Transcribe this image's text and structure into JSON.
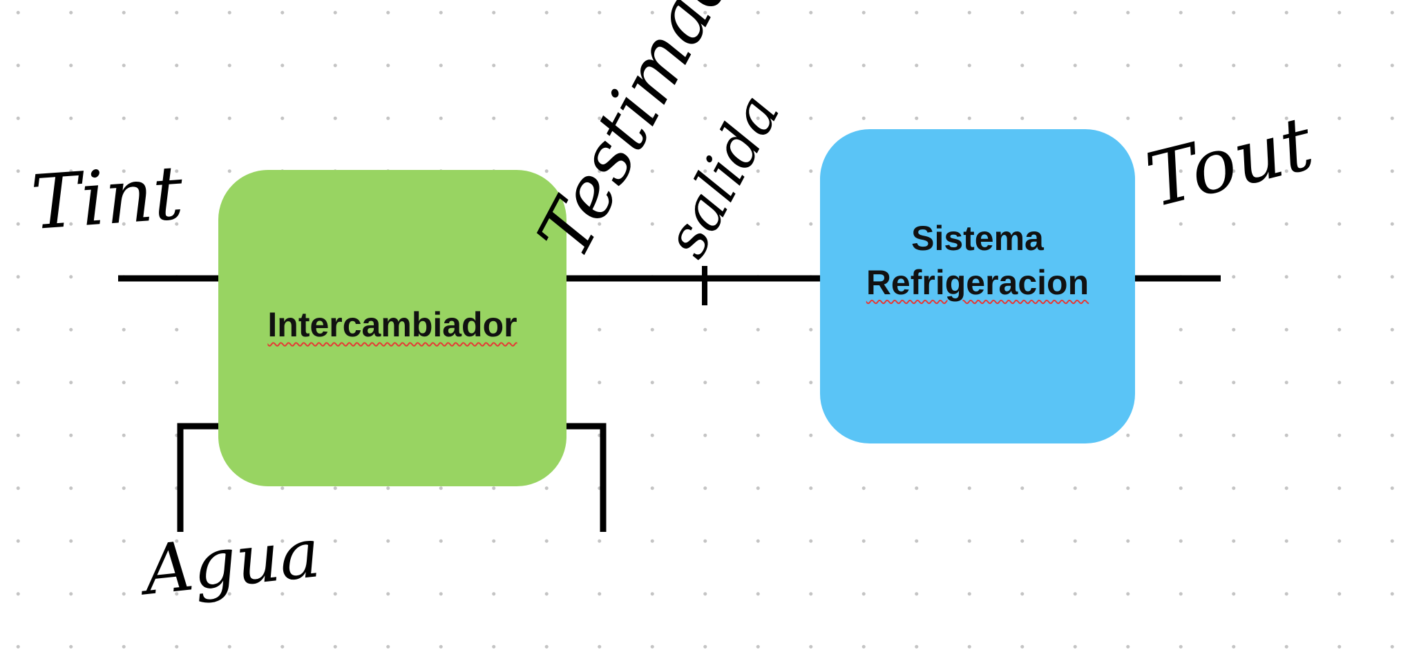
{
  "diagram": {
    "blocks": [
      {
        "id": "intercambiador",
        "lines": [
          "Intercambiador"
        ],
        "color": "#98d462"
      },
      {
        "id": "refrigeracion",
        "lines": [
          "Sistema",
          "Refrigeracion"
        ],
        "color": "#5ac4f6"
      }
    ],
    "annotations": {
      "tint": "Tint",
      "agua": "Agua",
      "testimada": "Testimada",
      "salida": "salida",
      "tout": "Tout"
    },
    "colors": {
      "line": "#000000",
      "misspelling_underline": "#e53935"
    }
  }
}
